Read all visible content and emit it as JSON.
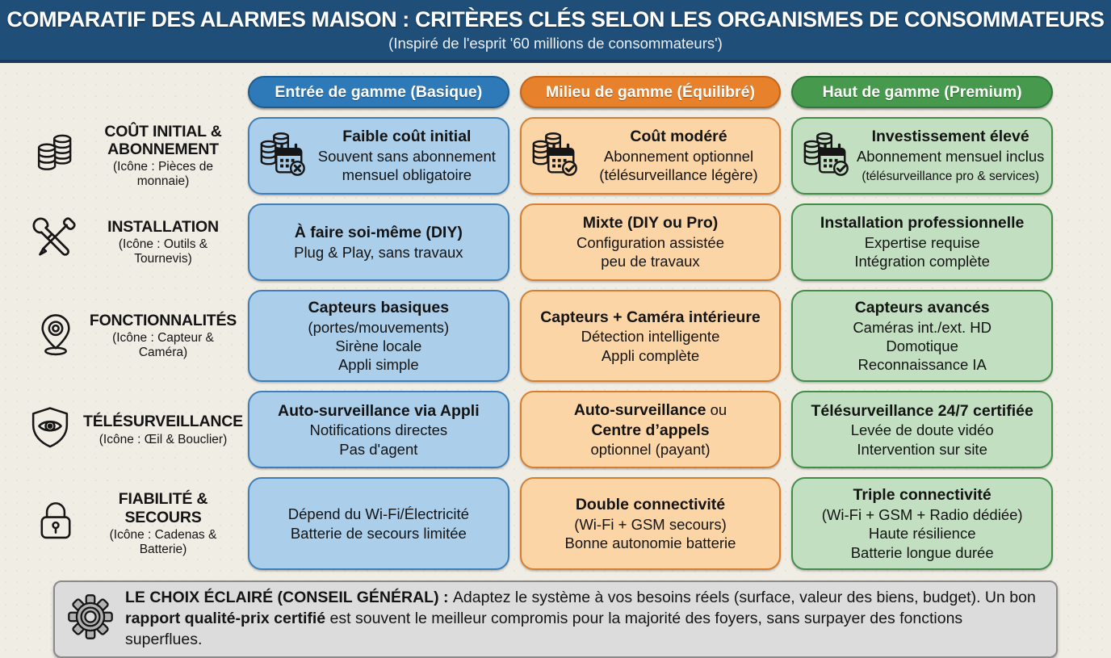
{
  "header": {
    "title": "COMPARATIF DES ALARMES MAISON : CRITÈRES CLÉS SELON LES ORGANISMES DE CONSOMMATEURS",
    "subtitle": "(Inspiré de l'esprit '60 millions de consommateurs')"
  },
  "columns": [
    {
      "id": "basique",
      "label": "Entrée de gamme (Basique)",
      "accent": "#2e79b7",
      "accent_border": "#1d5d92",
      "cell_bg": "#abceeb",
      "cell_border": "#3f7fb9"
    },
    {
      "id": "equilibre",
      "label": "Milieu de gamme (Équilibré)",
      "accent": "#e8812b",
      "accent_border": "#c2661a",
      "cell_bg": "#fbd5a5",
      "cell_border": "#d97e2e"
    },
    {
      "id": "premium",
      "label": "Haut de gamme (Premium)",
      "accent": "#479a4d",
      "accent_border": "#2f7a36",
      "cell_bg": "#c3dfc1",
      "cell_border": "#418e48"
    }
  ],
  "rows": [
    {
      "id": "cout",
      "label": "COÛT INITIAL & ABONNEMENT",
      "caption": "(Icône : Pièces de monnaie)",
      "icon": "coins-icon",
      "cells": [
        {
          "icon": "coins-calendar-x-icon",
          "lines": [
            [
              {
                "t": "Faible coût initial",
                "b": true
              }
            ],
            [
              {
                "t": "Souvent sans abonnement",
                "b": false
              }
            ],
            [
              {
                "t": "mensuel obligatoire",
                "b": false
              }
            ]
          ]
        },
        {
          "icon": "coins-calendar-check-icon",
          "lines": [
            [
              {
                "t": "Coût modéré",
                "b": true
              }
            ],
            [
              {
                "t": "Abonnement optionnel",
                "b": false
              }
            ],
            [
              {
                "t": "(télésurveillance légère)",
                "b": false
              }
            ]
          ]
        },
        {
          "icon": "coins-calendar-check-icon",
          "lines": [
            [
              {
                "t": "Investissement élevé",
                "b": true
              }
            ],
            [
              {
                "t": "Abonnement mensuel inclus",
                "b": false
              }
            ],
            [
              {
                "t": "(télésurveillance pro & services)",
                "b": false,
                "s": true
              }
            ]
          ]
        }
      ]
    },
    {
      "id": "installation",
      "label": "INSTALLATION",
      "caption": "(Icône : Outils & Tournevis)",
      "icon": "tools-icon",
      "cells": [
        {
          "lines": [
            [
              {
                "t": "À faire soi-même (DIY)",
                "b": true
              }
            ],
            [
              {
                "t": "Plug & Play, sans travaux",
                "b": false
              }
            ]
          ]
        },
        {
          "lines": [
            [
              {
                "t": "Mixte (DIY ou Pro)",
                "b": true
              }
            ],
            [
              {
                "t": "Configuration assistée",
                "b": false
              }
            ],
            [
              {
                "t": "peu de travaux",
                "b": false
              }
            ]
          ]
        },
        {
          "lines": [
            [
              {
                "t": "Installation professionnelle",
                "b": true
              }
            ],
            [
              {
                "t": "Expertise requise",
                "b": false
              }
            ],
            [
              {
                "t": "Intégration complète",
                "b": false
              }
            ]
          ]
        }
      ]
    },
    {
      "id": "fonctionnalites",
      "label": "FONCTIONNALITÉS",
      "caption": "(Icône : Capteur & Caméra)",
      "icon": "sensor-pin-icon",
      "cells": [
        {
          "lines": [
            [
              {
                "t": "Capteurs basiques",
                "b": true
              }
            ],
            [
              {
                "t": "(portes/mouvements)",
                "b": false
              }
            ],
            [
              {
                "t": "Sirène locale",
                "b": false
              }
            ],
            [
              {
                "t": "Appli simple",
                "b": false
              }
            ]
          ]
        },
        {
          "lines": [
            [
              {
                "t": "Capteurs + Caméra intérieure",
                "b": true
              }
            ],
            [
              {
                "t": "Détection intelligente",
                "b": false
              }
            ],
            [
              {
                "t": "Appli complète",
                "b": false
              }
            ]
          ]
        },
        {
          "lines": [
            [
              {
                "t": "Capteurs avancés",
                "b": true
              }
            ],
            [
              {
                "t": "Caméras int./ext. HD",
                "b": false
              }
            ],
            [
              {
                "t": "Domotique",
                "b": false
              }
            ],
            [
              {
                "t": "Reconnaissance IA",
                "b": false
              }
            ]
          ]
        }
      ]
    },
    {
      "id": "telesurveillance",
      "label": "TÉLÉSURVEILLANCE",
      "caption": "(Icône : Œil & Bouclier)",
      "icon": "eye-shield-icon",
      "cells": [
        {
          "lines": [
            [
              {
                "t": "Auto-surveillance via Appli",
                "b": true
              }
            ],
            [
              {
                "t": "Notifications directes",
                "b": false
              }
            ],
            [
              {
                "t": "Pas d'agent",
                "b": false
              }
            ]
          ]
        },
        {
          "lines": [
            [
              {
                "t": "Auto-surveillance",
                "b": true
              },
              {
                "t": " ou",
                "b": false
              }
            ],
            [
              {
                "t": "Centre d’appels",
                "b": true
              }
            ],
            [
              {
                "t": "optionnel (payant)",
                "b": false
              }
            ]
          ]
        },
        {
          "lines": [
            [
              {
                "t": "Télésurveillance 24/7 certifiée",
                "b": true
              }
            ],
            [
              {
                "t": "Levée de doute vidéo",
                "b": false
              }
            ],
            [
              {
                "t": "Intervention sur site",
                "b": false
              }
            ]
          ]
        }
      ]
    },
    {
      "id": "fiabilite",
      "label": "FIABILITÉ & SECOURS",
      "caption": "(Icône : Cadenas & Batterie)",
      "icon": "padlock-icon",
      "cells": [
        {
          "lines": [
            [
              {
                "t": "Dépend du Wi-Fi/Électricité",
                "b": false
              }
            ],
            [
              {
                "t": "Batterie de secours limitée",
                "b": false
              }
            ]
          ]
        },
        {
          "lines": [
            [
              {
                "t": "Double connectivité",
                "b": true
              }
            ],
            [
              {
                "t": "(Wi-Fi + GSM secours)",
                "b": false
              }
            ],
            [
              {
                "t": "Bonne autonomie batterie",
                "b": false
              }
            ]
          ]
        },
        {
          "lines": [
            [
              {
                "t": "Triple connectivité",
                "b": true
              }
            ],
            [
              {
                "t": "(Wi-Fi + GSM + Radio dédiée)",
                "b": false
              }
            ],
            [
              {
                "t": "Haute résilience",
                "b": false
              }
            ],
            [
              {
                "t": "Batterie longue durée",
                "b": false
              }
            ]
          ]
        }
      ]
    }
  ],
  "footer": {
    "icon": "gear-icon",
    "segments": [
      {
        "t": "LE CHOIX ÉCLAIRÉ (CONSEIL GÉNÉRAL) : ",
        "b": true
      },
      {
        "t": "Adaptez le système à vos besoins réels (surface, valeur des biens, budget). Un bon",
        "b": false
      },
      {
        "br": true
      },
      {
        "t": "rapport qualité-prix certifié",
        "b": true
      },
      {
        "t": " est souvent le meilleur compromis pour la majorité des foyers, sans surpayer des fonctions superflues.",
        "b": false
      }
    ]
  }
}
